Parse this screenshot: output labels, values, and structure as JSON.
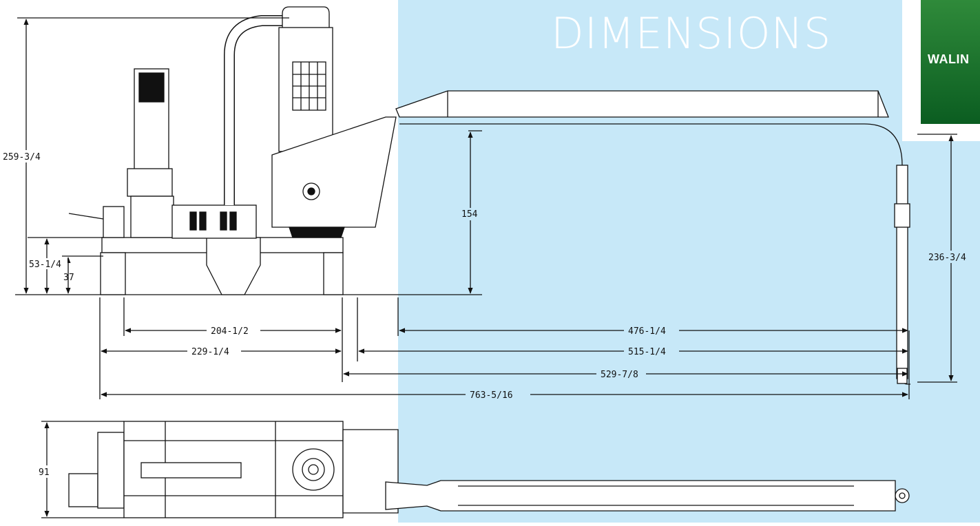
{
  "title": "DIMENSIONS",
  "logo_text": "WALIN",
  "colors": {
    "panel": "#c7e8f8",
    "logo_green": "#1a7a30",
    "line": "#111111"
  },
  "dimensions": {
    "overall_height": "259-3/4",
    "boom_clearance": "154",
    "spout_drop": "236-3/4",
    "frame_height": "53-1/4",
    "lower_height": "37",
    "width": "91",
    "d_204": "204-1/2",
    "d_229": "229-1/4",
    "d_476": "476-1/4",
    "d_515": "515-1/4",
    "d_529": "529-7/8",
    "d_763": "763-5/16"
  }
}
